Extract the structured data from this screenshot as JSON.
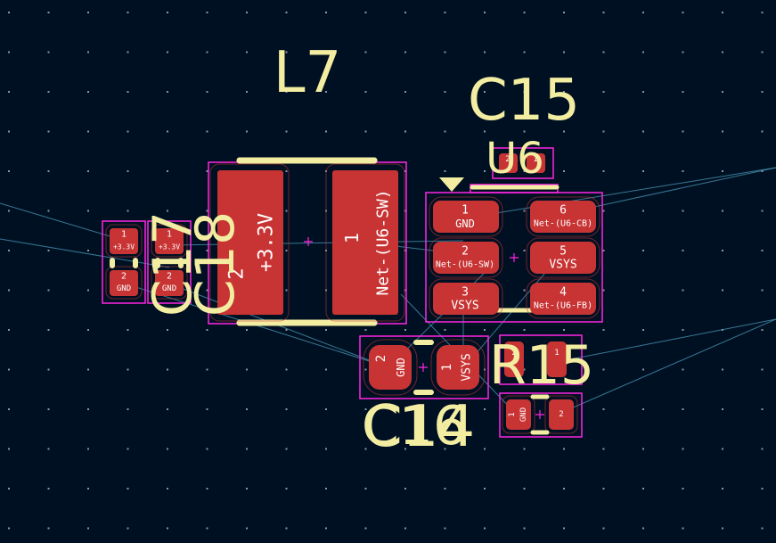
{
  "board": {
    "background": "#001023",
    "pad_color": "#c83434",
    "silk_color": "#f2eda1",
    "courtyard_color": "#ff26e2",
    "ratsnest_color": "#4a9bb8"
  },
  "refs": {
    "l7": "L7",
    "c15": "C15",
    "u6": "U6",
    "c17": "C17",
    "c18": "C18",
    "r15": "R15",
    "c14": "C14",
    "c16": "C16"
  },
  "l7_pads": {
    "p2_num": "2",
    "p2_net": "+3.3V",
    "p1_num": "1",
    "p1_net": "Net-(U6-SW)"
  },
  "u6_pads": {
    "p1_num": "1",
    "p1_net": "GND",
    "p2_num": "2",
    "p2_net": "Net-(U6-SW)",
    "p3_num": "3",
    "p3_net": "VSYS",
    "p4_num": "4",
    "p4_net": "Net-(U6-FB)",
    "p5_num": "5",
    "p5_net": "VSYS",
    "p6_num": "6",
    "p6_net": "Net-(U6-CB)"
  },
  "c17_pads": {
    "p1_num": "1",
    "p1_net": "+3.3V",
    "p2_num": "2",
    "p2_net": "GND"
  },
  "c18_pads": {
    "p1_num": "1",
    "p1_net": "+3.3V",
    "p2_num": "2",
    "p2_net": "GND"
  },
  "c15_pads": {
    "p2_num": "2",
    "p1_num": "1"
  },
  "c14_pads": {
    "p2_num": "2",
    "p2_net": "GND",
    "p1_num": "1",
    "p1_net": "VSYS"
  },
  "c16_pads": {
    "p1_num": "1",
    "p1_net": "GND",
    "p2_num": "2"
  },
  "r15_pads": {
    "p2_num": "2",
    "p1_num": "1"
  }
}
